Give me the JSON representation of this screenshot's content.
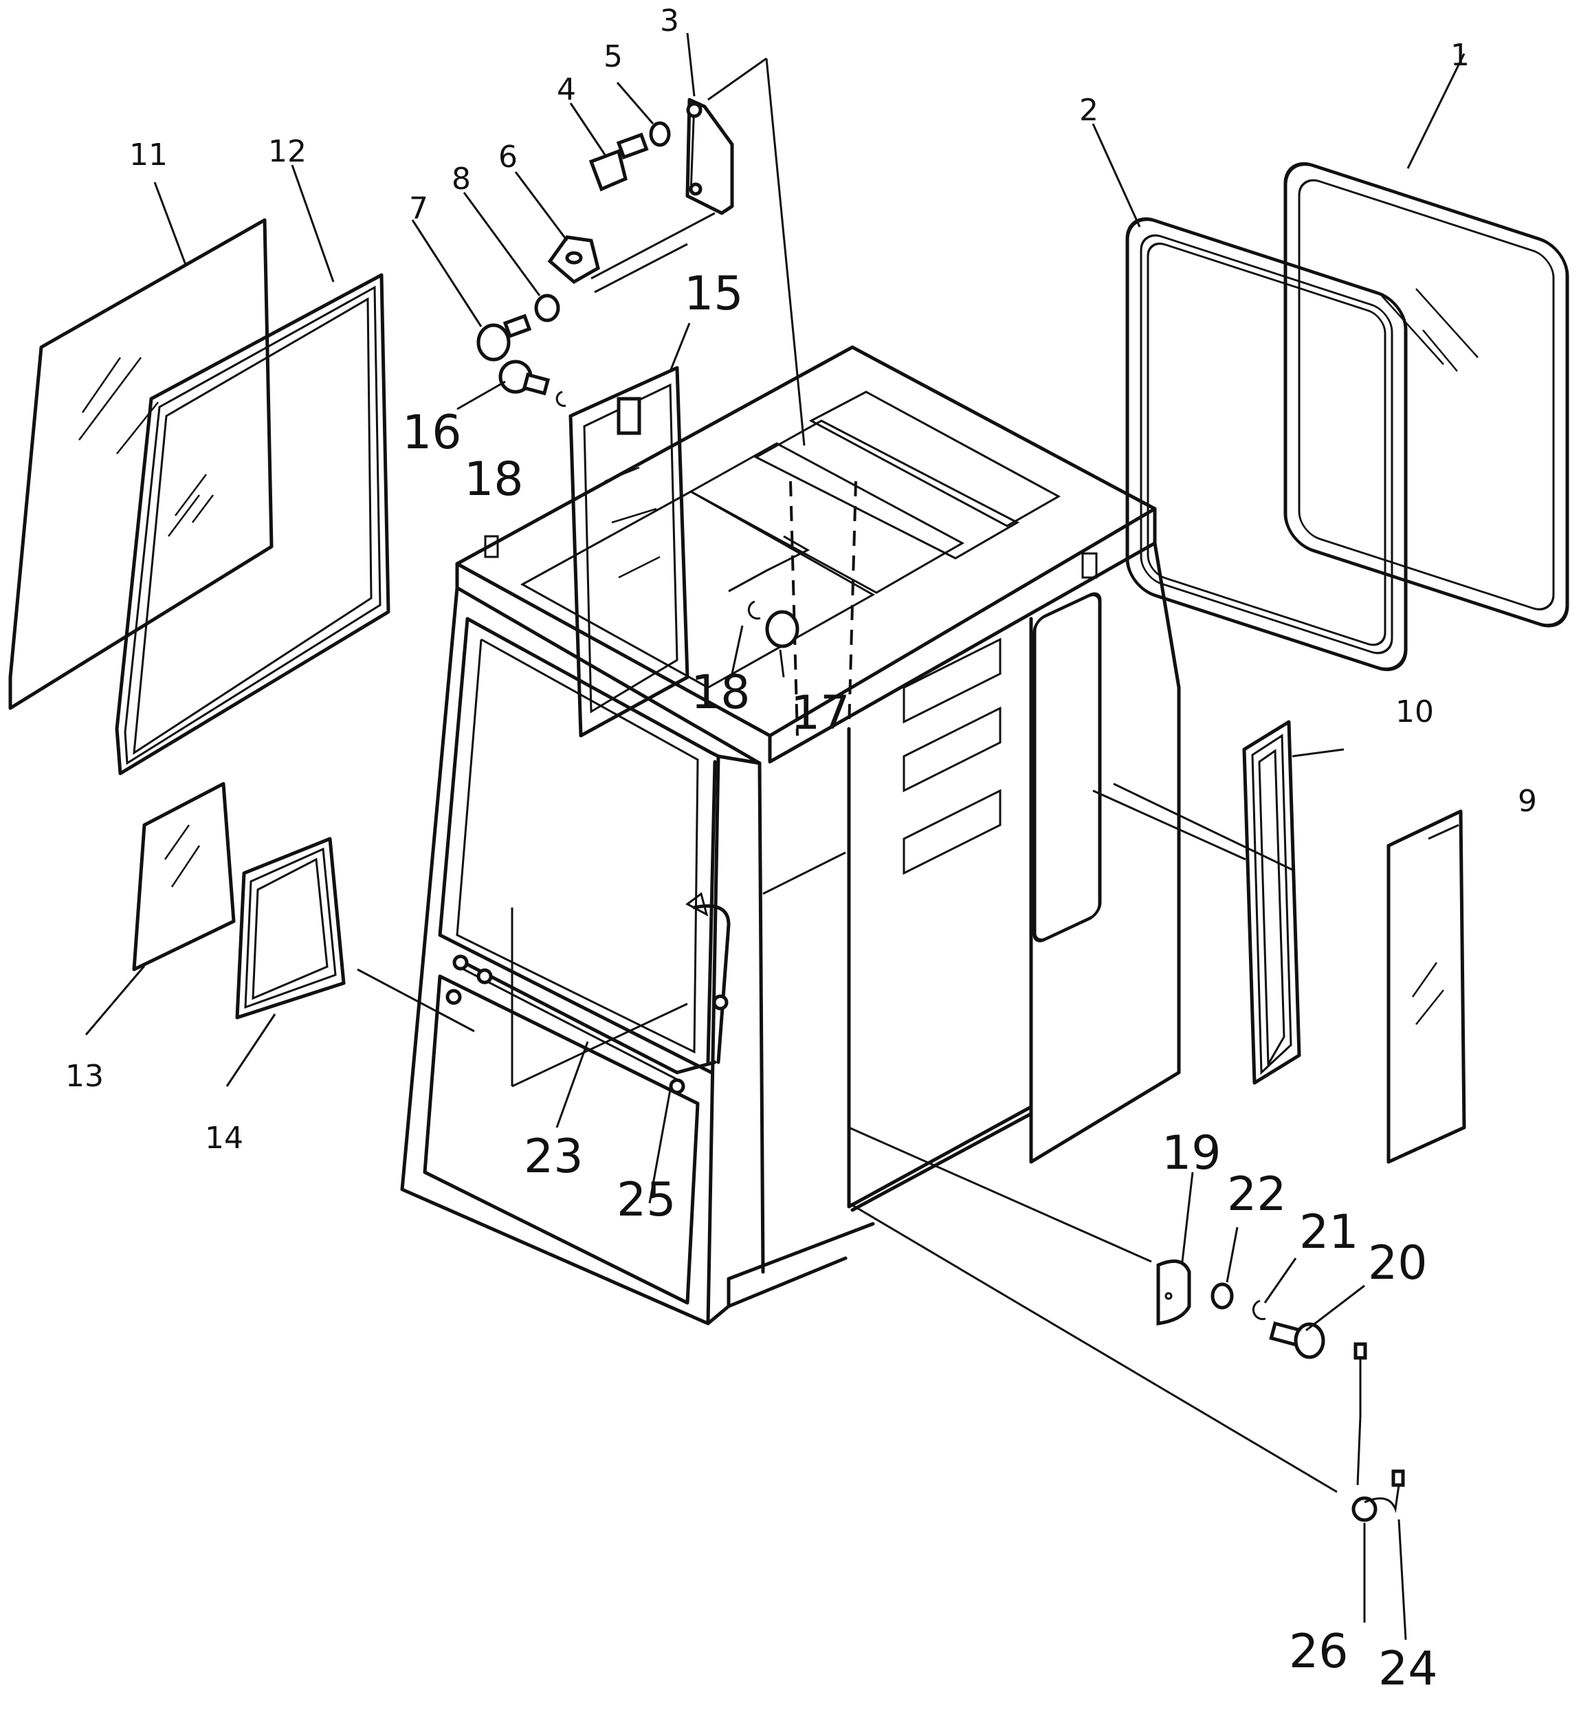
{
  "callouts": {
    "c1": "1",
    "c2": "2",
    "c3": "3",
    "c4": "4",
    "c5": "5",
    "c6": "6",
    "c7": "7",
    "c8": "8",
    "c9": "9",
    "c10": "10",
    "c11": "11",
    "c12": "12",
    "c13": "13",
    "c14": "14",
    "c15": "15",
    "c16": "16",
    "c17": "17",
    "c18a": "18",
    "c18b": "18",
    "c19": "19",
    "c20": "20",
    "c21": "21",
    "c22": "22",
    "c23": "23",
    "c24": "24",
    "c25": "25",
    "c26": "26"
  }
}
